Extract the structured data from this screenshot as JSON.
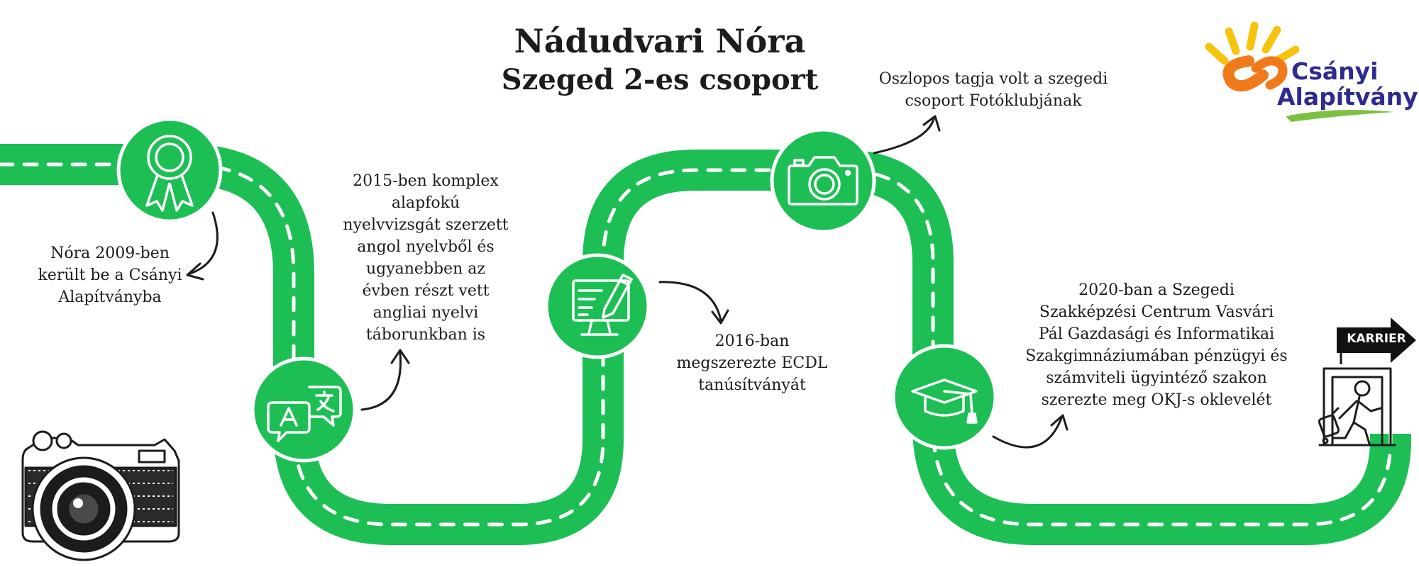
{
  "header": {
    "title": "Nádudvari Nóra",
    "subtitle": "Szeged 2-es csoport"
  },
  "logo": {
    "line1": "Csányi",
    "line2": "Alapítvány"
  },
  "milestones": [
    {
      "icon": "award-ribbon-icon",
      "lines": [
        "Nóra 2009-ben",
        "került be a Csányi",
        "Alapítványba"
      ]
    },
    {
      "icon": "translate-speech-bubbles-icon",
      "lines": [
        "2015-ben komplex",
        "alapfokú",
        "nyelvvizsgát szerzett",
        "angol nyelvből és",
        "ugyanebben az",
        "évben részt vett",
        "angliai nyelvi",
        "táborunkban is"
      ]
    },
    {
      "icon": "computer-pencil-icon",
      "lines": [
        "2016-ban",
        "megszerezte ECDL",
        "tanúsítványát"
      ]
    },
    {
      "icon": "camera-icon",
      "lines": [
        "Oszlopos tagja volt a szegedi",
        "csoport Fotóklubjának"
      ]
    },
    {
      "icon": "graduation-cap-icon",
      "lines": [
        "2020-ban a Szegedi",
        "Szakképzési Centrum Vasvári",
        "Pál Gazdasági és Informatikai",
        "Szakgimnáziumában pénzügyi és",
        "számviteli ügyintéző szakon",
        "szerezte meg OKJ-s oklevelét"
      ]
    }
  ],
  "career": {
    "sign": "KARRIER"
  },
  "colors": {
    "road": "#1dbf55",
    "dash": "#ffffff",
    "text": "#1c1c1c",
    "logo_text": "#2f2a8f",
    "logo_orange": "#f07a1a",
    "logo_yellow": "#f6c40f",
    "logo_green": "#7bc043"
  }
}
